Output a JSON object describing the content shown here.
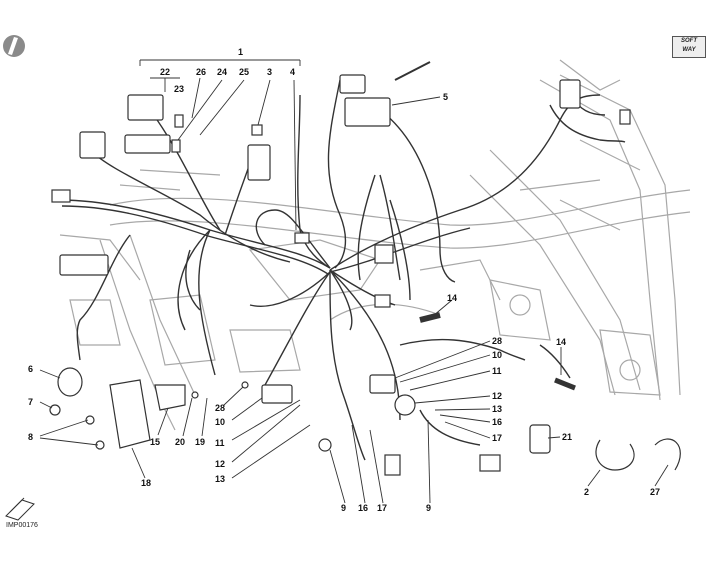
{
  "figure": {
    "part_code": "IMP00176",
    "logo_line1": "SOFT",
    "logo_line2": "WAY"
  },
  "callouts": {
    "c1": "1",
    "c2": "2",
    "c3": "3",
    "c4": "4",
    "c5": "5",
    "c6": "6",
    "c7": "7",
    "c8": "8",
    "c9": "9",
    "c10": "10",
    "c11": "11",
    "c12": "12",
    "c13": "13",
    "c14": "14",
    "c15": "15",
    "c16": "16",
    "c17": "17",
    "c18": "18",
    "c19": "19",
    "c20": "20",
    "c21": "21",
    "c22": "22",
    "c23": "23",
    "c24": "24",
    "c25": "25",
    "c26": "26",
    "c27": "27",
    "c28": "28"
  },
  "colors": {
    "line": "#333333",
    "frame": "#a8a8a8",
    "badge": "#888888"
  }
}
